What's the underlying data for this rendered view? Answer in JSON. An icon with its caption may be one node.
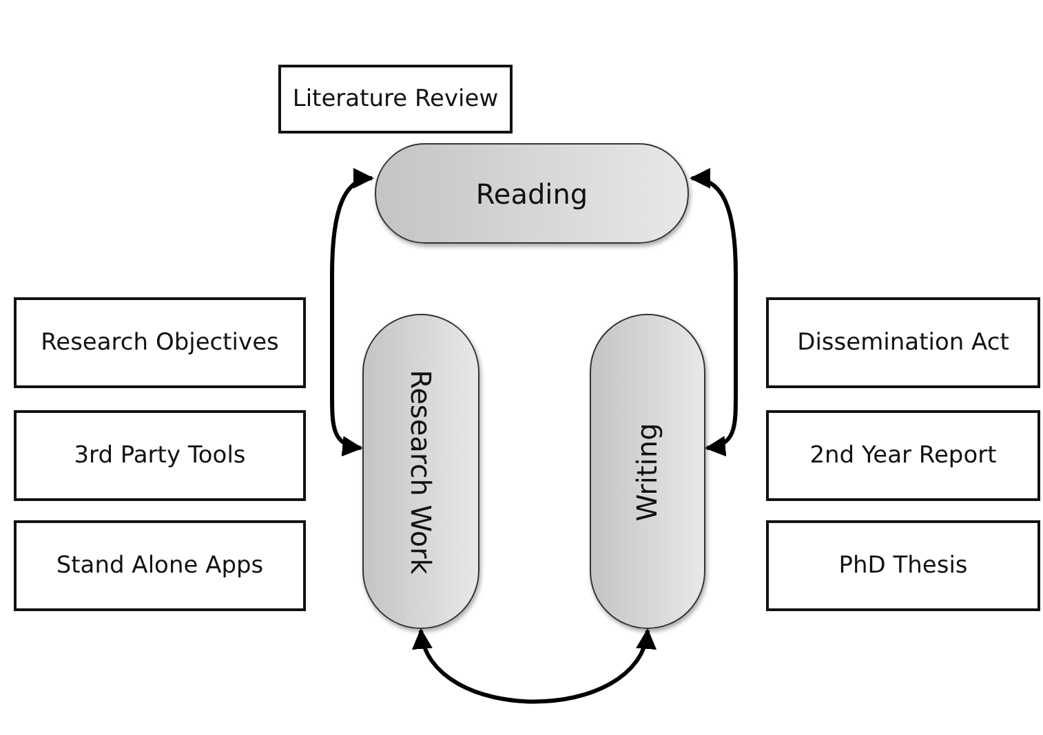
{
  "diagram": {
    "nodes": [
      {
        "text": [
          "Literature Review"
        ]
      },
      {
        "text": [
          "Reading"
        ]
      },
      {
        "text": [
          "Research Objectives"
        ]
      },
      {
        "text": [
          "Research Work"
        ]
      },
      {
        "text": [
          "Writing"
        ]
      },
      {
        "text": [
          "Dissemination Act"
        ]
      },
      {
        "text": [
          "3rd Party Tools"
        ]
      },
      {
        "text": [
          "2nd Year Report"
        ]
      },
      {
        "text": [
          "Stand Alone Apps"
        ]
      },
      {
        "text": [
          "PhD Thesis"
        ]
      }
    ],
    "edges": [
      {
        "from": 3,
        "to": 1,
        "arrow": "both"
      },
      {
        "from": 4,
        "to": 1,
        "arrow": "both"
      },
      {
        "from": 3,
        "to": 4,
        "arrow": "both"
      }
    ]
  }
}
